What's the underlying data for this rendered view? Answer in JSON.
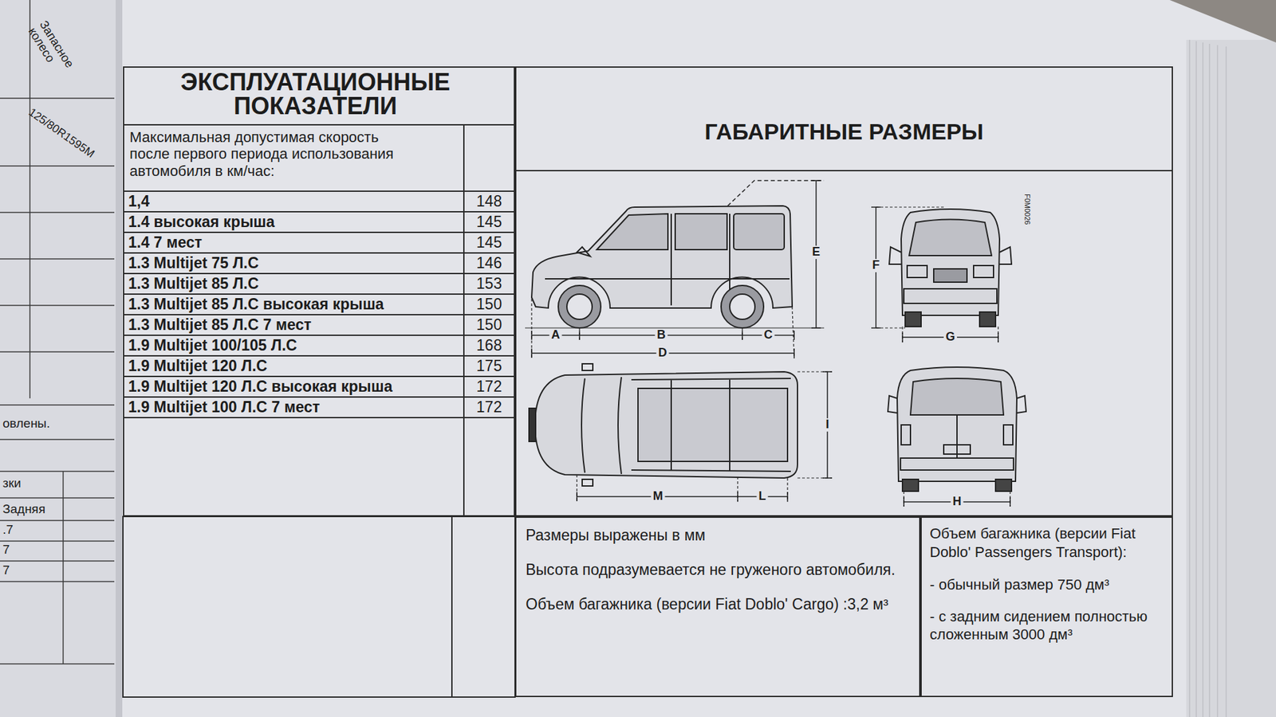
{
  "diagram": {
    "nodes": [
      {
        "text": [
          "ЭКСПЛУАТАЦИОННЫЕ ПОКАЗАТЕЛИ",
          "Максимальная допустимая скорость после первого периода использования автомобиля в км/час:"
        ]
      },
      {
        "text": [
          "ГАБАРИТНЫЕ РАЗМЕРЫ"
        ]
      },
      {
        "text": [
          "Размеры выражены в мм",
          "Высота подразумевается не груженого автомобиля.",
          "Объем багажника (версии Fiat Doblo' Cargo) :3,2 м³"
        ]
      },
      {
        "text": [
          "Объем багажника (версии Fiat Doblo' Passengers Transport):",
          "- обычный размер 750 дм³",
          "- с задним сидением полностью сложенным 3000 дм³"
        ]
      }
    ],
    "labels": [
      "Запасное колесо",
      "125/80R1595M",
      "овлены.",
      "зки",
      "Задняя",
      ".7",
      "7",
      "7",
      "1,4",
      "1.4 высокая крыша",
      "1.4 7 мест",
      "1.3 Multijet 75 Л.С",
      "1.3 Multijet 85 Л.С",
      "1.3 Multijet 85 Л.С высокая крыша",
      "1.3 Multijet 85 Л.С 7 мест",
      "1.9 Multijet 100/105 Л.С",
      "1.9 Multijet 120 Л.С",
      "1.9 Multijet 120 Л.С высокая крыша",
      "1.9 Multijet 100 Л.С 7 мест",
      "148",
      "145",
      "145",
      "146",
      "153",
      "150",
      "150",
      "168",
      "175",
      "172",
      "172",
      "A",
      "B",
      "C",
      "D",
      "E",
      "F",
      "G",
      "I",
      "M",
      "L",
      "H",
      "F0M0026"
    ]
  }
}
